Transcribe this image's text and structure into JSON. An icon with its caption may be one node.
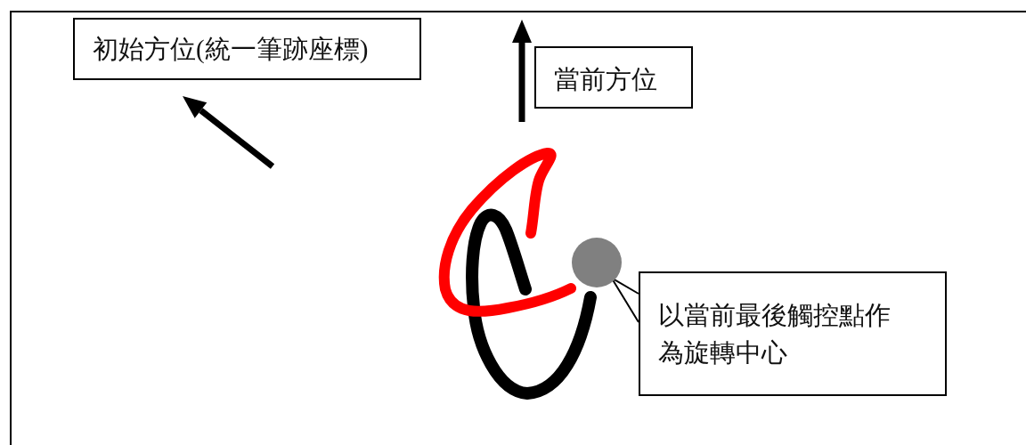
{
  "diagram": {
    "nodes": [
      {
        "text": [
          "初始方位(統一筆跡座標)"
        ]
      },
      {
        "text": [
          "當前方位"
        ]
      },
      {
        "text": [
          "以當前最後觸控點作為旋轉中心"
        ]
      },
      {
        "text": [],
        "shape": "circle"
      }
    ],
    "edges": [
      {
        "from": 2,
        "to": 3,
        "arrow": "none"
      }
    ]
  }
}
